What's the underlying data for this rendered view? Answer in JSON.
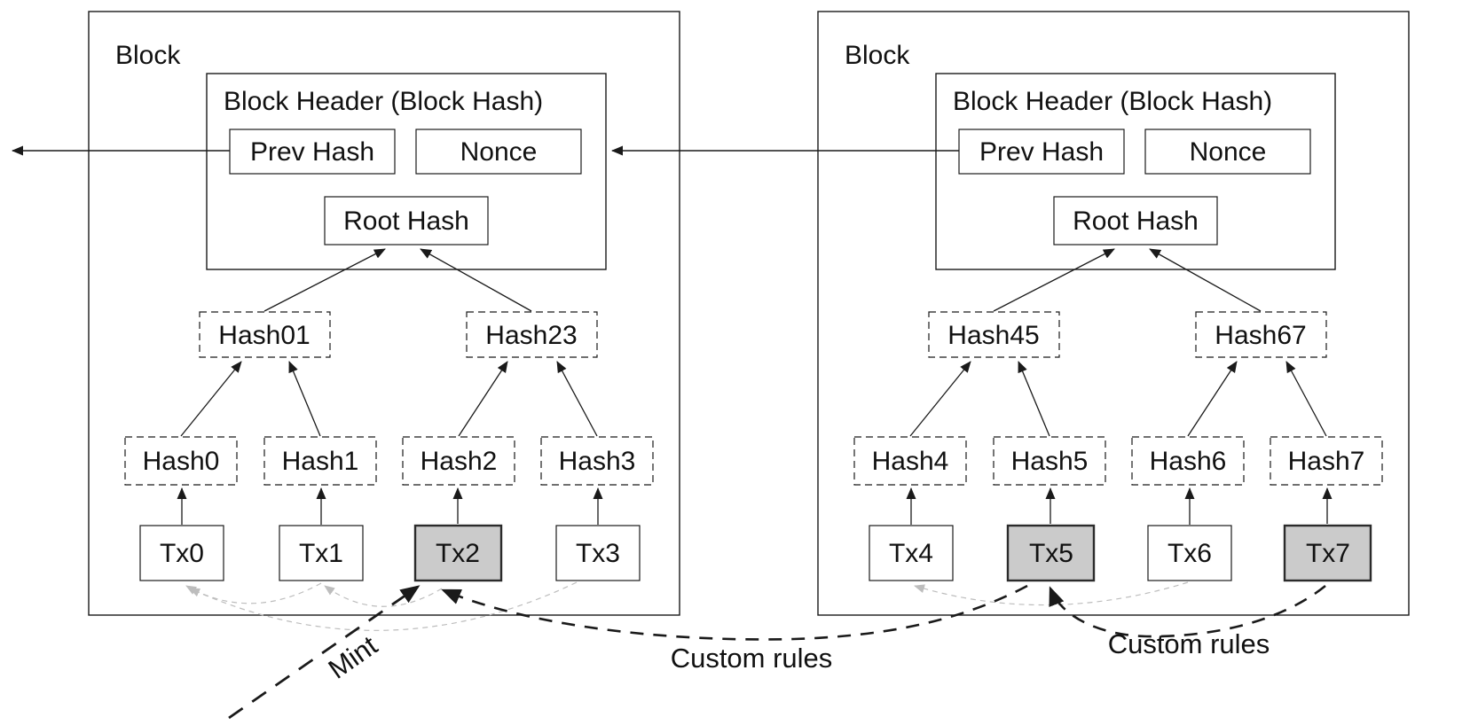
{
  "diagram": {
    "blocks": [
      {
        "label": "Block",
        "header": {
          "title": "Block Header (Block Hash)",
          "prev_hash_label": "Prev Hash",
          "nonce_label": "Nonce",
          "root_hash_label": "Root Hash"
        },
        "pair_hashes": [
          "Hash01",
          "Hash23"
        ],
        "leaf_hashes": [
          "Hash0",
          "Hash1",
          "Hash2",
          "Hash3"
        ],
        "transactions": [
          "Tx0",
          "Tx1",
          "Tx2",
          "Tx3"
        ],
        "highlighted_transactions": [
          "Tx2"
        ]
      },
      {
        "label": "Block",
        "header": {
          "title": "Block Header (Block Hash)",
          "prev_hash_label": "Prev Hash",
          "nonce_label": "Nonce",
          "root_hash_label": "Root Hash"
        },
        "pair_hashes": [
          "Hash45",
          "Hash67"
        ],
        "leaf_hashes": [
          "Hash4",
          "Hash5",
          "Hash6",
          "Hash7"
        ],
        "transactions": [
          "Tx4",
          "Tx5",
          "Tx6",
          "Tx7"
        ],
        "highlighted_transactions": [
          "Tx5",
          "Tx7"
        ]
      }
    ],
    "edge_labels": {
      "mint": "Mint",
      "custom_rules_left": "Custom rules",
      "custom_rules_right": "Custom rules"
    },
    "colors": {
      "highlight_fill": "#cbcbcb",
      "line": "#1a1a1a",
      "light_arc": "#bdbdbd",
      "background": "#ffffff"
    }
  }
}
